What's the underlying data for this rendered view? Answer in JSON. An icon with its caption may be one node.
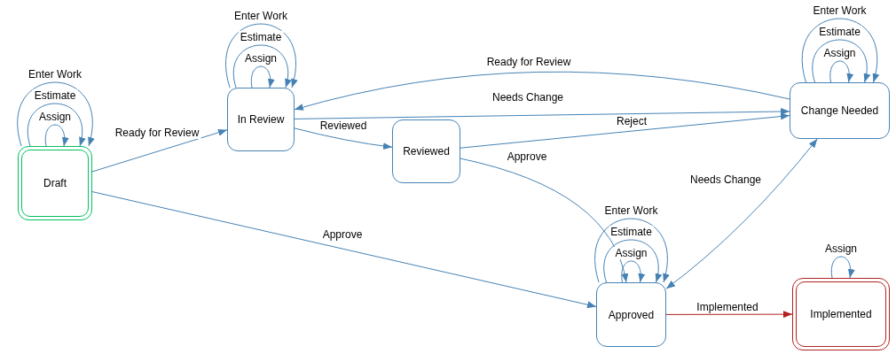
{
  "diagram": {
    "nodes": [
      {
        "text": [
          "Draft"
        ]
      },
      {
        "text": [
          "In Review"
        ]
      },
      {
        "text": [
          "Reviewed"
        ]
      },
      {
        "text": [
          "Change Needed"
        ]
      },
      {
        "text": [
          "Approved"
        ]
      },
      {
        "text": [
          "Implemented"
        ]
      }
    ],
    "edges": [
      {
        "from": 0,
        "to": 0,
        "arrow": "to",
        "label": "Assign"
      },
      {
        "from": 0,
        "to": 0,
        "arrow": "to",
        "label": "Estimate"
      },
      {
        "from": 0,
        "to": 0,
        "arrow": "to",
        "label": "Enter Work"
      },
      {
        "from": 0,
        "to": 1,
        "arrow": "to",
        "label": "Ready for Review"
      },
      {
        "from": 0,
        "to": 4,
        "arrow": "to",
        "label": "Approve"
      },
      {
        "from": 1,
        "to": 1,
        "arrow": "to",
        "label": "Assign"
      },
      {
        "from": 1,
        "to": 1,
        "arrow": "to",
        "label": "Estimate"
      },
      {
        "from": 1,
        "to": 1,
        "arrow": "to",
        "label": "Enter Work"
      },
      {
        "from": 1,
        "to": 2,
        "arrow": "to",
        "label": "Reviewed"
      },
      {
        "from": 1,
        "to": 3,
        "arrow": "to",
        "label": "Needs Change"
      },
      {
        "from": 3,
        "to": 1,
        "arrow": "to",
        "label": "Ready for Review"
      },
      {
        "from": 2,
        "to": 3,
        "arrow": "to",
        "label": "Reject"
      },
      {
        "from": 2,
        "to": 4,
        "arrow": "to",
        "label": "Approve"
      },
      {
        "from": 3,
        "to": 3,
        "arrow": "to",
        "label": "Assign"
      },
      {
        "from": 3,
        "to": 3,
        "arrow": "to",
        "label": "Estimate"
      },
      {
        "from": 3,
        "to": 3,
        "arrow": "to",
        "label": "Enter Work"
      },
      {
        "from": 4,
        "to": 3,
        "arrow": "both",
        "label": "Needs Change"
      },
      {
        "from": 4,
        "to": 4,
        "arrow": "to",
        "label": "Assign"
      },
      {
        "from": 4,
        "to": 4,
        "arrow": "to",
        "label": "Estimate"
      },
      {
        "from": 4,
        "to": 4,
        "arrow": "to",
        "label": "Enter Work"
      },
      {
        "from": 4,
        "to": 5,
        "arrow": "to",
        "label": "Implemented",
        "color": "#b22222"
      },
      {
        "from": 5,
        "to": 5,
        "arrow": "to",
        "label": "Assign"
      }
    ]
  }
}
